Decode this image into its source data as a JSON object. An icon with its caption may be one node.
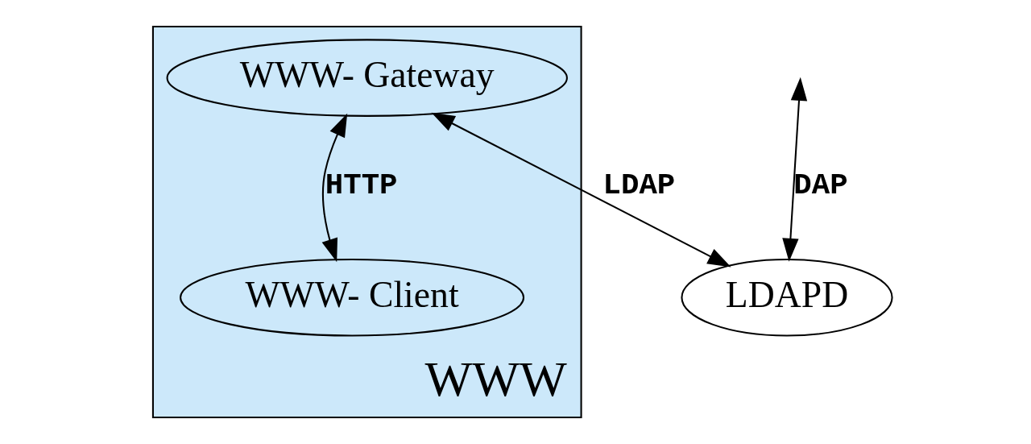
{
  "diagram": {
    "nodes": [
      {
        "text": [
          "WWW"
        ]
      },
      {
        "text": [
          "WWW- Gateway"
        ],
        "in": 0
      },
      {
        "text": [
          "WWW- Client"
        ],
        "in": 0
      },
      {
        "text": [
          "LDAPD"
        ]
      }
    ],
    "edges": [
      {
        "from": null,
        "to": 3,
        "arrow": "both",
        "label": "DAP"
      },
      {
        "from": 1,
        "to": 3,
        "arrow": "both",
        "label": "LDAP"
      },
      {
        "from": 1,
        "to": 2,
        "arrow": "both",
        "label": "HTTP"
      }
    ]
  }
}
